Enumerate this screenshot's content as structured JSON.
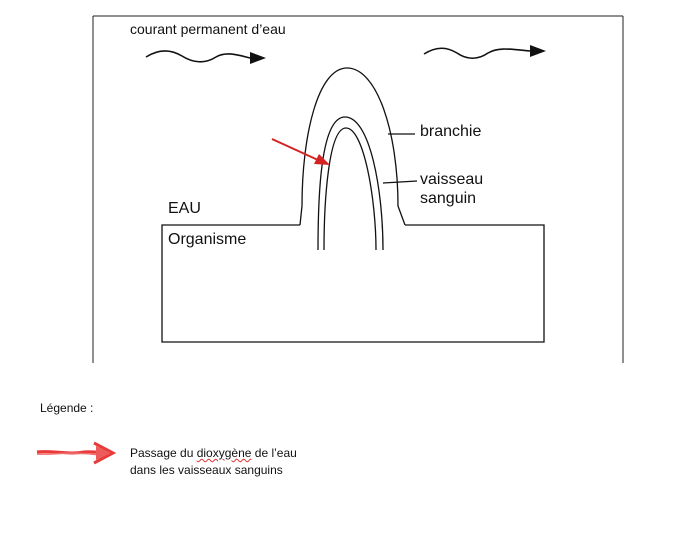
{
  "labels": {
    "courant": "courant permanent d’eau",
    "branchie": "branchie",
    "vaisseau_line1": "vaisseau",
    "vaisseau_line2": "sanguin",
    "eau": "EAU",
    "organisme": "Organisme"
  },
  "legend": {
    "title": "Légende :",
    "text_before": "Passage du ",
    "text_flagged": "dioxygène",
    "text_after": " de l’eau dans les vaisseaux sanguins"
  },
  "icons": {
    "flow_arrow": "wavy-arrow-icon",
    "oxygen_arrow": "red-arrow-icon",
    "legend_arrow": "red-hand-drawn-arrow-icon"
  },
  "colors": {
    "ink": "#111111",
    "oxygen_arrow": "#d42222",
    "legend_arrow": "#e83a3a"
  }
}
